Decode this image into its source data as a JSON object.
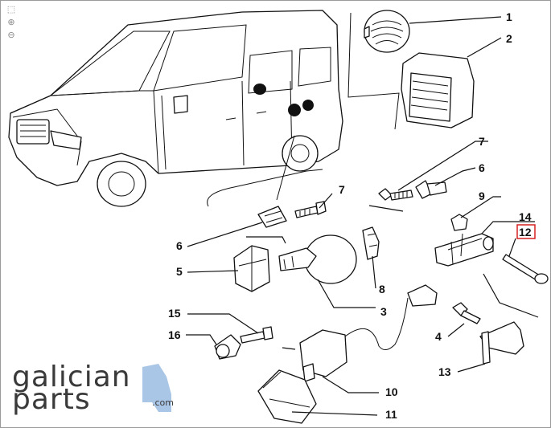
{
  "toolbar": {
    "tools": [
      {
        "name": "select-tool",
        "glyph": "⬚"
      },
      {
        "name": "zoom-in-tool",
        "glyph": "⊕"
      },
      {
        "name": "zoom-out-tool",
        "glyph": "⊖"
      }
    ]
  },
  "callouts": {
    "c1": "1",
    "c2": "2",
    "c3": "3",
    "c4": "4",
    "c5": "5",
    "c6a": "6",
    "c6b": "6",
    "c7a": "7",
    "c7b": "7",
    "c8": "8",
    "c9": "9",
    "c10": "10",
    "c11": "11",
    "c12": "12",
    "c13": "13",
    "c14": "14",
    "c15": "15",
    "c16": "16"
  },
  "highlighted_callout": "12",
  "logo": {
    "line1": "galician",
    "line2": "parts",
    "suffix": ".com"
  },
  "colors": {
    "highlight": "#d62020",
    "logo_accent": "#a9c6e6",
    "ink": "#111111"
  }
}
